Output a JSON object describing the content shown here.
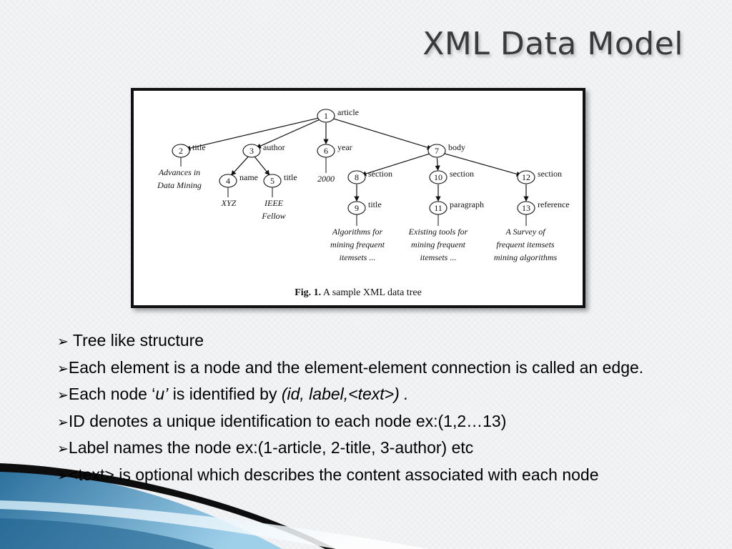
{
  "title": "XML Data Model",
  "figure": {
    "caption_bold": "Fig. 1.",
    "caption_text": " A sample XML data tree",
    "nodes": [
      {
        "id": "1",
        "label": "article"
      },
      {
        "id": "2",
        "label": "title"
      },
      {
        "id": "3",
        "label": "author"
      },
      {
        "id": "4",
        "label": "name"
      },
      {
        "id": "5",
        "label": "title"
      },
      {
        "id": "6",
        "label": "year"
      },
      {
        "id": "7",
        "label": "body"
      },
      {
        "id": "8",
        "label": "section"
      },
      {
        "id": "9",
        "label": "title"
      },
      {
        "id": "10",
        "label": "section"
      },
      {
        "id": "11",
        "label": "paragraph"
      },
      {
        "id": "12",
        "label": "section"
      },
      {
        "id": "13",
        "label": "reference"
      }
    ],
    "edges": [
      [
        "1",
        "2"
      ],
      [
        "1",
        "3"
      ],
      [
        "1",
        "6"
      ],
      [
        "1",
        "7"
      ],
      [
        "3",
        "4"
      ],
      [
        "3",
        "5"
      ],
      [
        "7",
        "8"
      ],
      [
        "7",
        "10"
      ],
      [
        "7",
        "12"
      ],
      [
        "8",
        "9"
      ],
      [
        "10",
        "11"
      ],
      [
        "12",
        "13"
      ]
    ],
    "texts": [
      {
        "node": "2",
        "lines": [
          "Advances in",
          "Data Mining"
        ]
      },
      {
        "node": "4",
        "lines": [
          "XYZ"
        ]
      },
      {
        "node": "5",
        "lines": [
          "IEEE",
          "Fellow"
        ]
      },
      {
        "node": "6",
        "lines": [
          "2000"
        ]
      },
      {
        "node": "9",
        "lines": [
          "Algorithms for",
          "mining frequent",
          "itemsets ..."
        ]
      },
      {
        "node": "11",
        "lines": [
          "Existing tools for",
          "mining frequent",
          "itemsets ..."
        ]
      },
      {
        "node": "13",
        "lines": [
          "A Survey of",
          "frequent itemsets",
          "mining algorithms"
        ]
      }
    ]
  },
  "bullet_marker": "➢",
  "bullets": [
    {
      "segments": [
        {
          "t": " Tree like structure"
        }
      ]
    },
    {
      "segments": [
        {
          "t": "Each element is a node and the element-element connection is called an edge."
        }
      ]
    },
    {
      "segments": [
        {
          "t": "Each node ‘"
        },
        {
          "t": "u’",
          "i": true
        },
        {
          "t": " is identified by "
        },
        {
          "t": "(id, label,<text>) .",
          "i": true
        }
      ]
    },
    {
      "segments": [
        {
          "t": "ID denotes a unique identification to each node ex:(1,2…13)"
        }
      ]
    },
    {
      "segments": [
        {
          "t": "Label names the node ex:(1-article, 2-title, 3-author) etc"
        }
      ]
    },
    {
      "segments": [
        {
          "t": "<text> is optional which describes the content associated with each node"
        }
      ]
    }
  ],
  "colors": {
    "accent_dark": "#1a5a82",
    "accent_light": "#bfe0f2"
  }
}
